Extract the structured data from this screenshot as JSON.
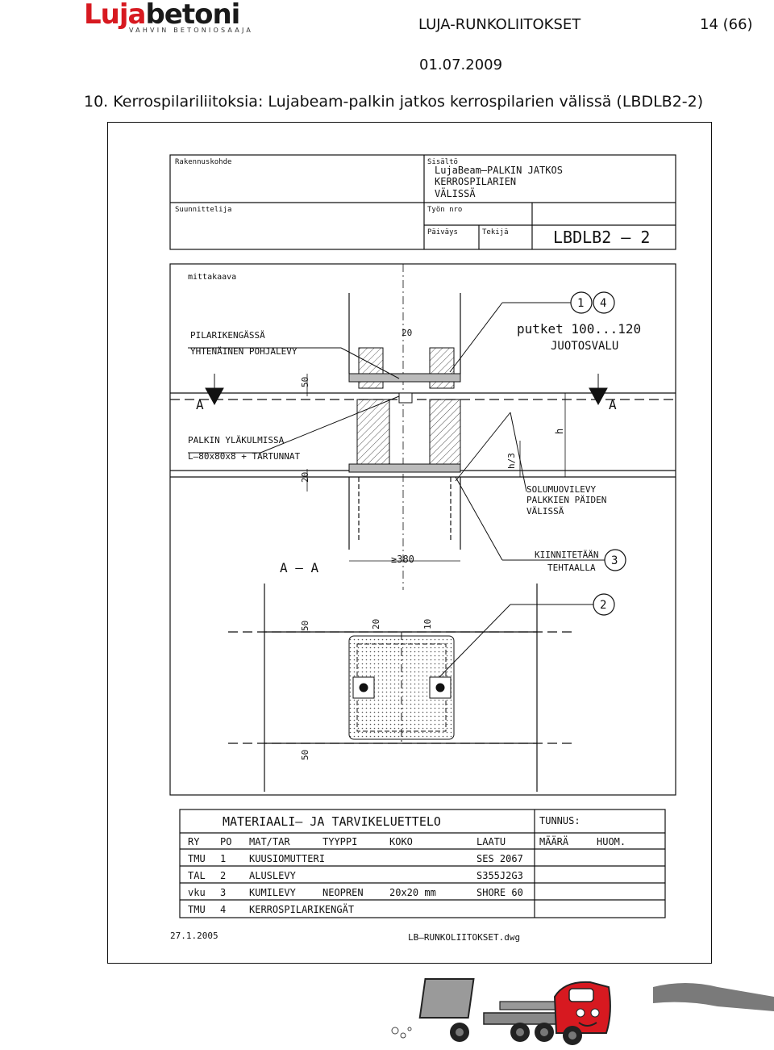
{
  "header": {
    "logo_text_red": "Luja",
    "logo_text_dark": "betoni",
    "logo_tagline": "VAHVIN BETONIOSAAJA",
    "doc_title": "LUJA-RUNKOLIITOKSET",
    "page": "14 (66)",
    "date": "01.07.2009"
  },
  "section_heading": "10. Kerrospilariliitoksia: Lujabeam-palkin jatkos kerrospilarien välissä (LBDLB2-2)",
  "title_block": {
    "rakennuskohde": "Rakennuskohde",
    "sisalto": "Sisältö",
    "content_line1": "LujaBeam–PALKIN  JATKOS",
    "content_line2": "KERROSPILARIEN",
    "content_line3": "VÄLISSÄ",
    "suunnittelija": "Suunnittelija",
    "tyon_nro": "Työn  nro",
    "paivays": "Päiväys",
    "tekija": "Tekijä",
    "drawing_code": "LBDLB2 – 2"
  },
  "drawing": {
    "scale_label": "mittakaava",
    "callout_1": "1",
    "callout_4": "4",
    "callout_3": "3",
    "callout_2": "2",
    "putket": "putket  100...120",
    "juotosvalu": "JUOTOSVALU",
    "pilarikengassa": "PILARIKENGÄSSÄ",
    "yhtenainen": "YHTENÄINEN POHJALEVY",
    "palkin_ylakulmissa": "PALKIN  YLÄKULMISSA",
    "l80": "L–80x80x8  +  TARTUNNAT",
    "solumuovilevy": "SOLUMUOVILEVY",
    "palkkien_paiden": "PALKKIEN  PÄIDEN",
    "valissa": "VÄLISSÄ",
    "kiinnitetaan": "KIINNITETÄÄN",
    "tehtaalla": "TEHTAALLA",
    "section_label": "A  –  A",
    "section_a": "A",
    "dim_20": "20",
    "dim_50": "50",
    "dim_10": "10",
    "dim_380": "≥380",
    "dim_h": "h",
    "dim_h3": "h/3"
  },
  "material_table": {
    "title": "MATERIAALI–  JA  TARVIKELUETTELO",
    "tunnus": "TUNNUS:",
    "headers": [
      "RY",
      "PO",
      "MAT/TAR",
      "TYYPPI",
      "KOKO",
      "LAATU",
      "MÄÄRÄ",
      "HUOM."
    ],
    "rows": [
      [
        "TMU",
        "1",
        "KUUSIOMUTTERI",
        "",
        "",
        "SES  2067",
        "",
        ""
      ],
      [
        "TAL",
        "2",
        "ALUSLEVY",
        "",
        "",
        "S355J2G3",
        "",
        ""
      ],
      [
        "vku",
        "3",
        "KUMILEVY",
        "NEOPREN",
        "20x20  mm",
        "SHORE  60",
        "",
        ""
      ],
      [
        "TMU",
        "4",
        "KERROSPILARIKENGÄT",
        "",
        "",
        "",
        "",
        ""
      ]
    ]
  },
  "footer": {
    "date": "27.1.2005",
    "filename": "LB–RUNKOLIITOKSET.dwg"
  }
}
